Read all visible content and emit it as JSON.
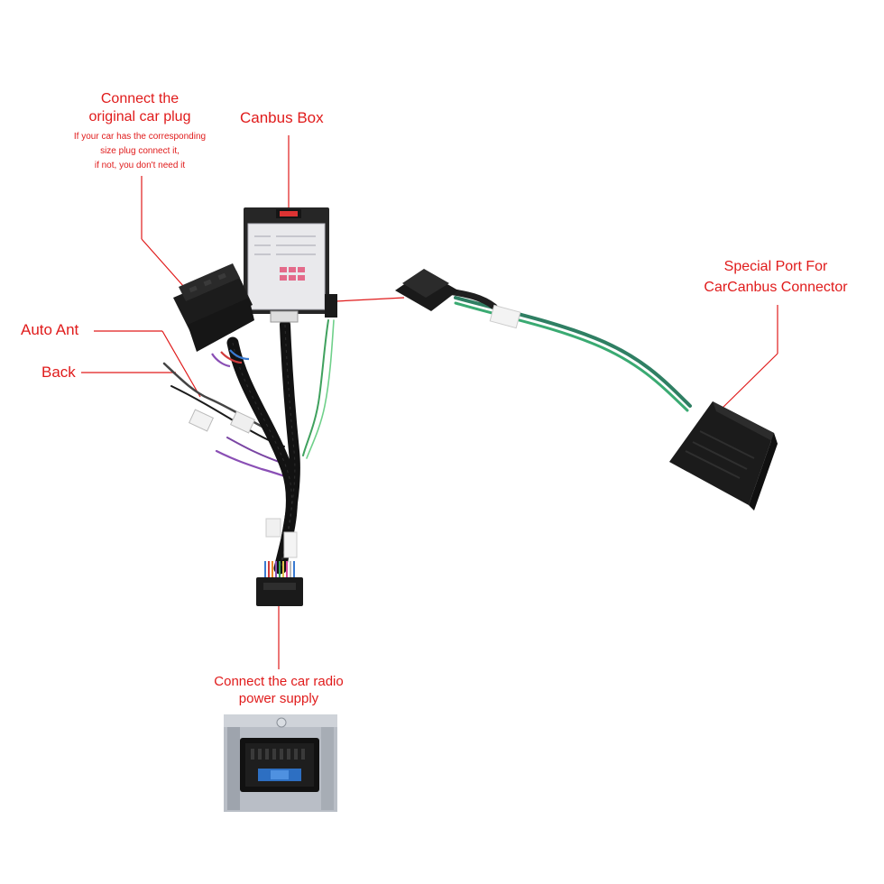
{
  "colors": {
    "accent": "#e01b1b",
    "cable": "#121212",
    "green": "#2f9a6e",
    "purple": "#8a4fb5"
  },
  "labels": {
    "orig_plug_l1": "Connect the",
    "orig_plug_l2": "original car plug",
    "orig_plug_n1": "If your car has the corresponding",
    "orig_plug_n2": "size plug connect it,",
    "orig_plug_n3": "if not, you don't need it",
    "canbus_box": "Canbus Box",
    "auto_ant": "Auto Ant",
    "back": "Back",
    "special_l1": "Special Port For",
    "special_l2": "CarCanbus Connector",
    "radio_l1": "Connect the car radio",
    "radio_l2": "power supply"
  },
  "icons": [
    "canbus-box-icon",
    "iso-plug-icon",
    "canbus-connector-icon",
    "radio-harness-plug-icon",
    "radio-socket-photo-icon"
  ]
}
